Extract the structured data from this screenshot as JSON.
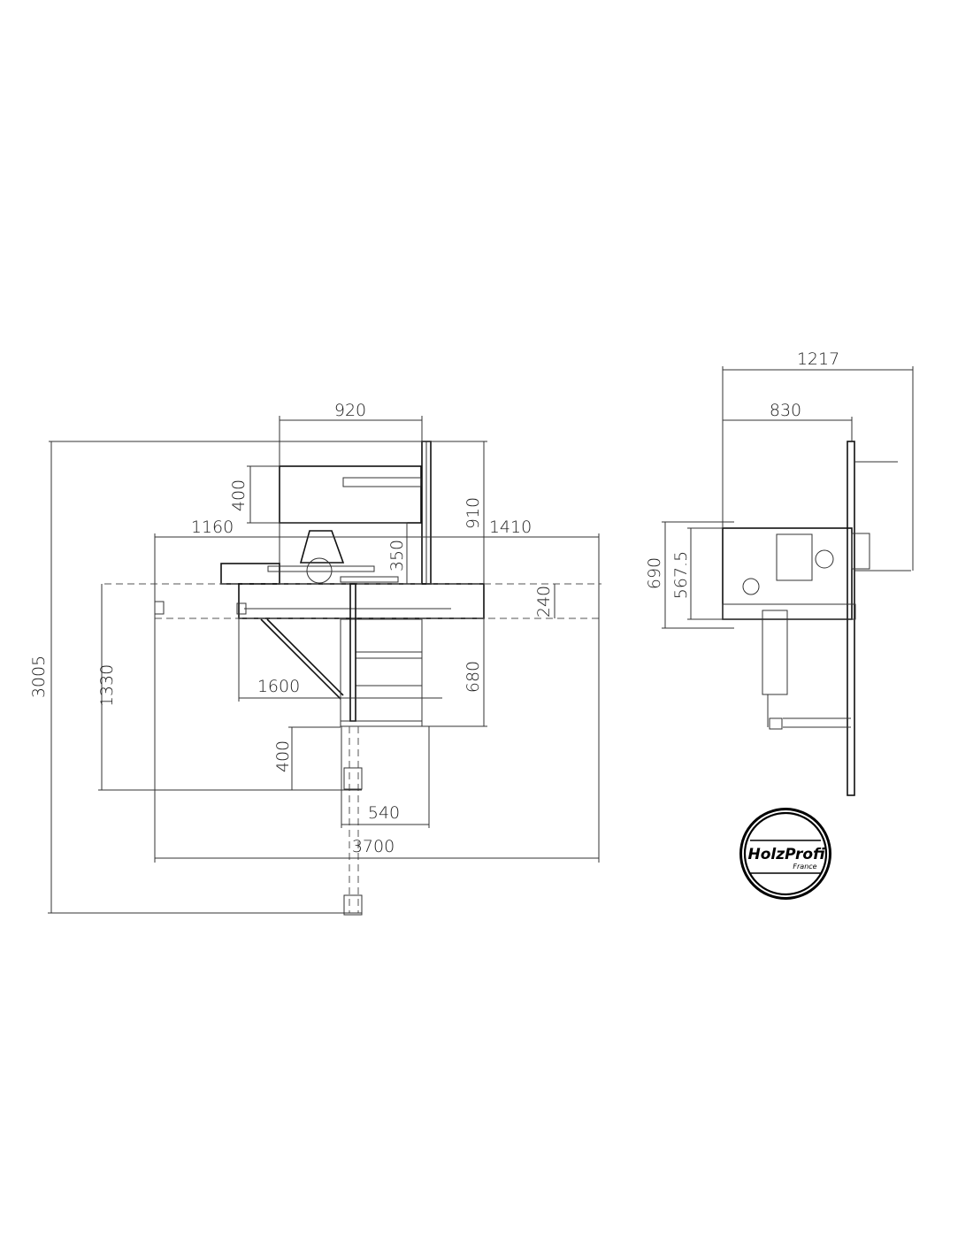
{
  "front_view": {
    "dimensions": {
      "d920": "920",
      "d400_top": "400",
      "d1160": "1160",
      "d910": "910",
      "d1410": "1410",
      "d350": "350",
      "d240": "240",
      "d680": "680",
      "d1600": "1600",
      "d1330": "1330",
      "d3005": "3005",
      "d400_bottom": "400",
      "d540": "540",
      "d3700": "3700"
    }
  },
  "side_view": {
    "dimensions": {
      "d1217": "1217",
      "d830": "830",
      "d690": "690",
      "d567": "567.5"
    }
  },
  "logo": {
    "brand": "HolzProfi",
    "sub": "France"
  }
}
